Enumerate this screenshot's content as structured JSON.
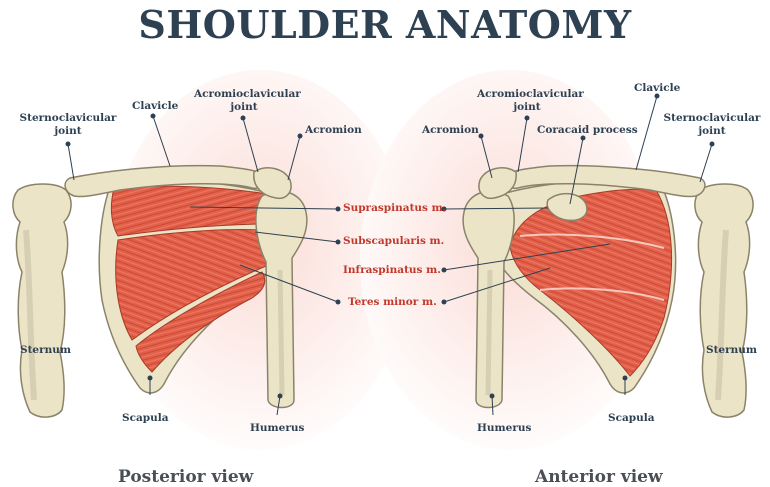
{
  "title": "SHOULDER ANATOMY",
  "posterior": {
    "view_label": "Posterior view",
    "labels": {
      "sternoclavicular_joint_line1": "Sternoclavicular",
      "sternoclavicular_joint_line2": "joint",
      "clavicle": "Clavicle",
      "acromioclavicular_joint_line1": "Acromioclavicular",
      "acromioclavicular_joint_line2": "joint",
      "acromion": "Acromion",
      "sternum": "Sternum",
      "scapula": "Scapula",
      "humerus": "Humerus"
    }
  },
  "anterior": {
    "view_label": "Anterior view",
    "labels": {
      "acromioclavicular_joint_line1": "Acromioclavicular",
      "acromioclavicular_joint_line2": "joint",
      "clavicle": "Clavicle",
      "acromion": "Acromion",
      "coracoid_process": "Coracaid process",
      "sternoclavicular_joint_line1": "Sternoclavicular",
      "sternoclavicular_joint_line2": "joint",
      "sternum": "Sternum",
      "scapula": "Scapula",
      "humerus": "Humerus"
    }
  },
  "muscles": {
    "supraspinatus": "Supraspinatus m.",
    "subscapularis": "Subscapularis m.",
    "infraspinatus": "Infraspinatus m.",
    "teres_minor": "Teres minor m."
  },
  "colors": {
    "title": "#2e4152",
    "label": "#2e4152",
    "muscle_label": "#c0392b",
    "bone": "#ece4c7",
    "bone_outline": "#8a836a",
    "muscle": "#e2604a",
    "skin": "#fbe6e3"
  }
}
